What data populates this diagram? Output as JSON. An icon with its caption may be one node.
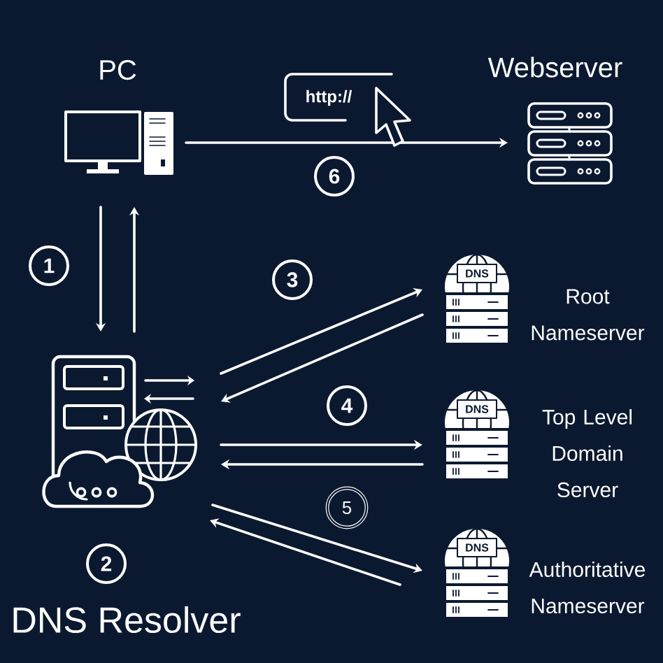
{
  "diagram": {
    "nodes": [
      {
        "text": [
          "PC"
        ]
      },
      {
        "text": [
          "Webserver"
        ]
      },
      {
        "text": [
          "DNS Resolver"
        ]
      },
      {
        "text": [
          "DNS",
          "Root Nameserver"
        ]
      },
      {
        "text": [
          "DNS",
          "Top Level Domain Server"
        ]
      },
      {
        "text": [
          "DNS",
          "Authoritative Nameserver"
        ]
      }
    ],
    "edges": [
      {
        "from": 0,
        "to": 1,
        "arrow": "to"
      },
      {
        "from": 0,
        "to": 2,
        "arrow": "to"
      },
      {
        "from": 2,
        "to": 0,
        "arrow": "to"
      },
      {
        "from": 2,
        "to": 3,
        "arrow": "to"
      },
      {
        "from": 3,
        "to": 2,
        "arrow": "to"
      },
      {
        "from": 2,
        "to": 4,
        "arrow": "to"
      },
      {
        "from": 4,
        "to": 2,
        "arrow": "to"
      },
      {
        "from": 2,
        "to": 5,
        "arrow": "to"
      },
      {
        "from": 5,
        "to": 2,
        "arrow": "to"
      }
    ],
    "labels": [
      "http://",
      "6",
      "1",
      "3",
      "4",
      "5",
      "2"
    ]
  }
}
